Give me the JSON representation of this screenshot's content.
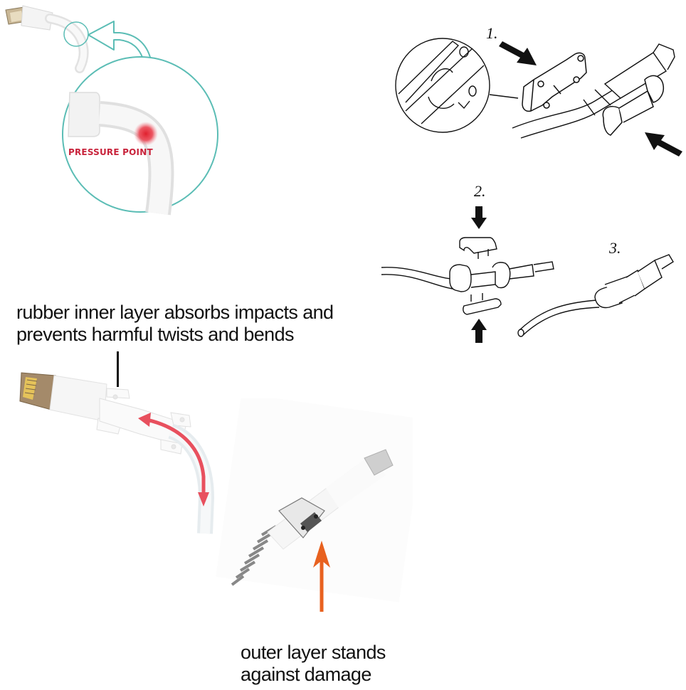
{
  "pressure_panel": {
    "label": "PRESSURE POINT",
    "accent_color": "#5bbdb5",
    "highlight_color": "#e0202e",
    "icon": "curved-arrow-icon"
  },
  "instructions": {
    "steps": [
      {
        "number": "1.",
        "icon": "down-right-arrow-icon"
      },
      {
        "number": "2.",
        "icon": "down-arrow-icon"
      },
      {
        "number": "3.",
        "icon": "assembled-protector-icon"
      }
    ]
  },
  "callouts": {
    "inner_layer": "rubber inner layer absorbs impacts and prevents harmful twists and bends",
    "inner_layer_line1": "rubber inner layer absorbs impacts and",
    "inner_layer_line2": "prevents harmful twists and bends",
    "outer_layer_line1": "outer layer stands",
    "outer_layer_line2": "against damage",
    "inner_arrow_color": "#e8505e",
    "outer_arrow_color": "#e8611f"
  }
}
